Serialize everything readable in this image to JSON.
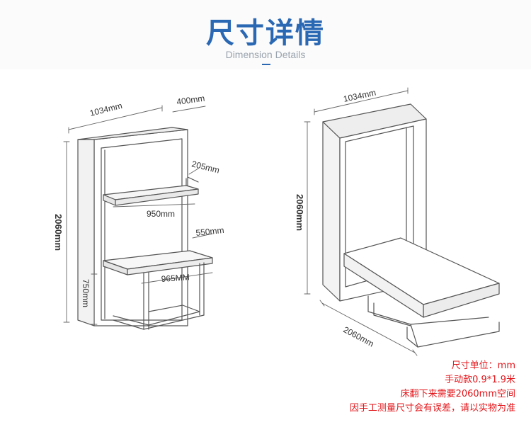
{
  "header": {
    "title": "尺寸详情",
    "subtitle": "Dimension Details",
    "accent_color": "#2b68b4"
  },
  "left_figure": {
    "width_label": "1034mm",
    "depth_label": "400mm",
    "shelf_depth_label": "205mm",
    "shelf_width_label": "950mm",
    "desk_depth_label": "550mm",
    "desk_width_label": "965MM",
    "height_label": "2060mm",
    "desk_height_label": "750mm"
  },
  "right_figure": {
    "width_label": "1034mm",
    "height_label": "2060mm",
    "bed_length_label": "2060mm"
  },
  "notes": {
    "color": "#e3151a",
    "lines": [
      "尺寸单位：mm",
      "手动款0.9*1.9米",
      "床翻下来需要2060mm空间",
      "因手工测量尺寸会有误差，请以实物为准"
    ]
  }
}
